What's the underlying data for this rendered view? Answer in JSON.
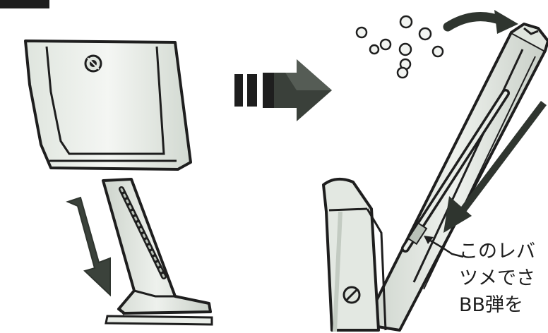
{
  "caption": {
    "lines": [
      "このレバ",
      "ツメでさ",
      "BB弾を"
    ]
  },
  "colors": {
    "ink": "#1e1e1e",
    "metal_light": "#e9ede8",
    "metal_mid": "#d4dad3",
    "metal_shadow": "#b9c1b8",
    "arrow_dark": "#2f352f",
    "arrow_mid": "#505850"
  },
  "icons": {
    "step_tab": "black-tab-icon",
    "screw": "screw-icon",
    "flow_arrow": "dashed-right-arrow-icon",
    "bbs": "bb-pellet-icon",
    "rotate": "curved-arrow-icon",
    "down": "diagonal-down-arrow-icon"
  }
}
